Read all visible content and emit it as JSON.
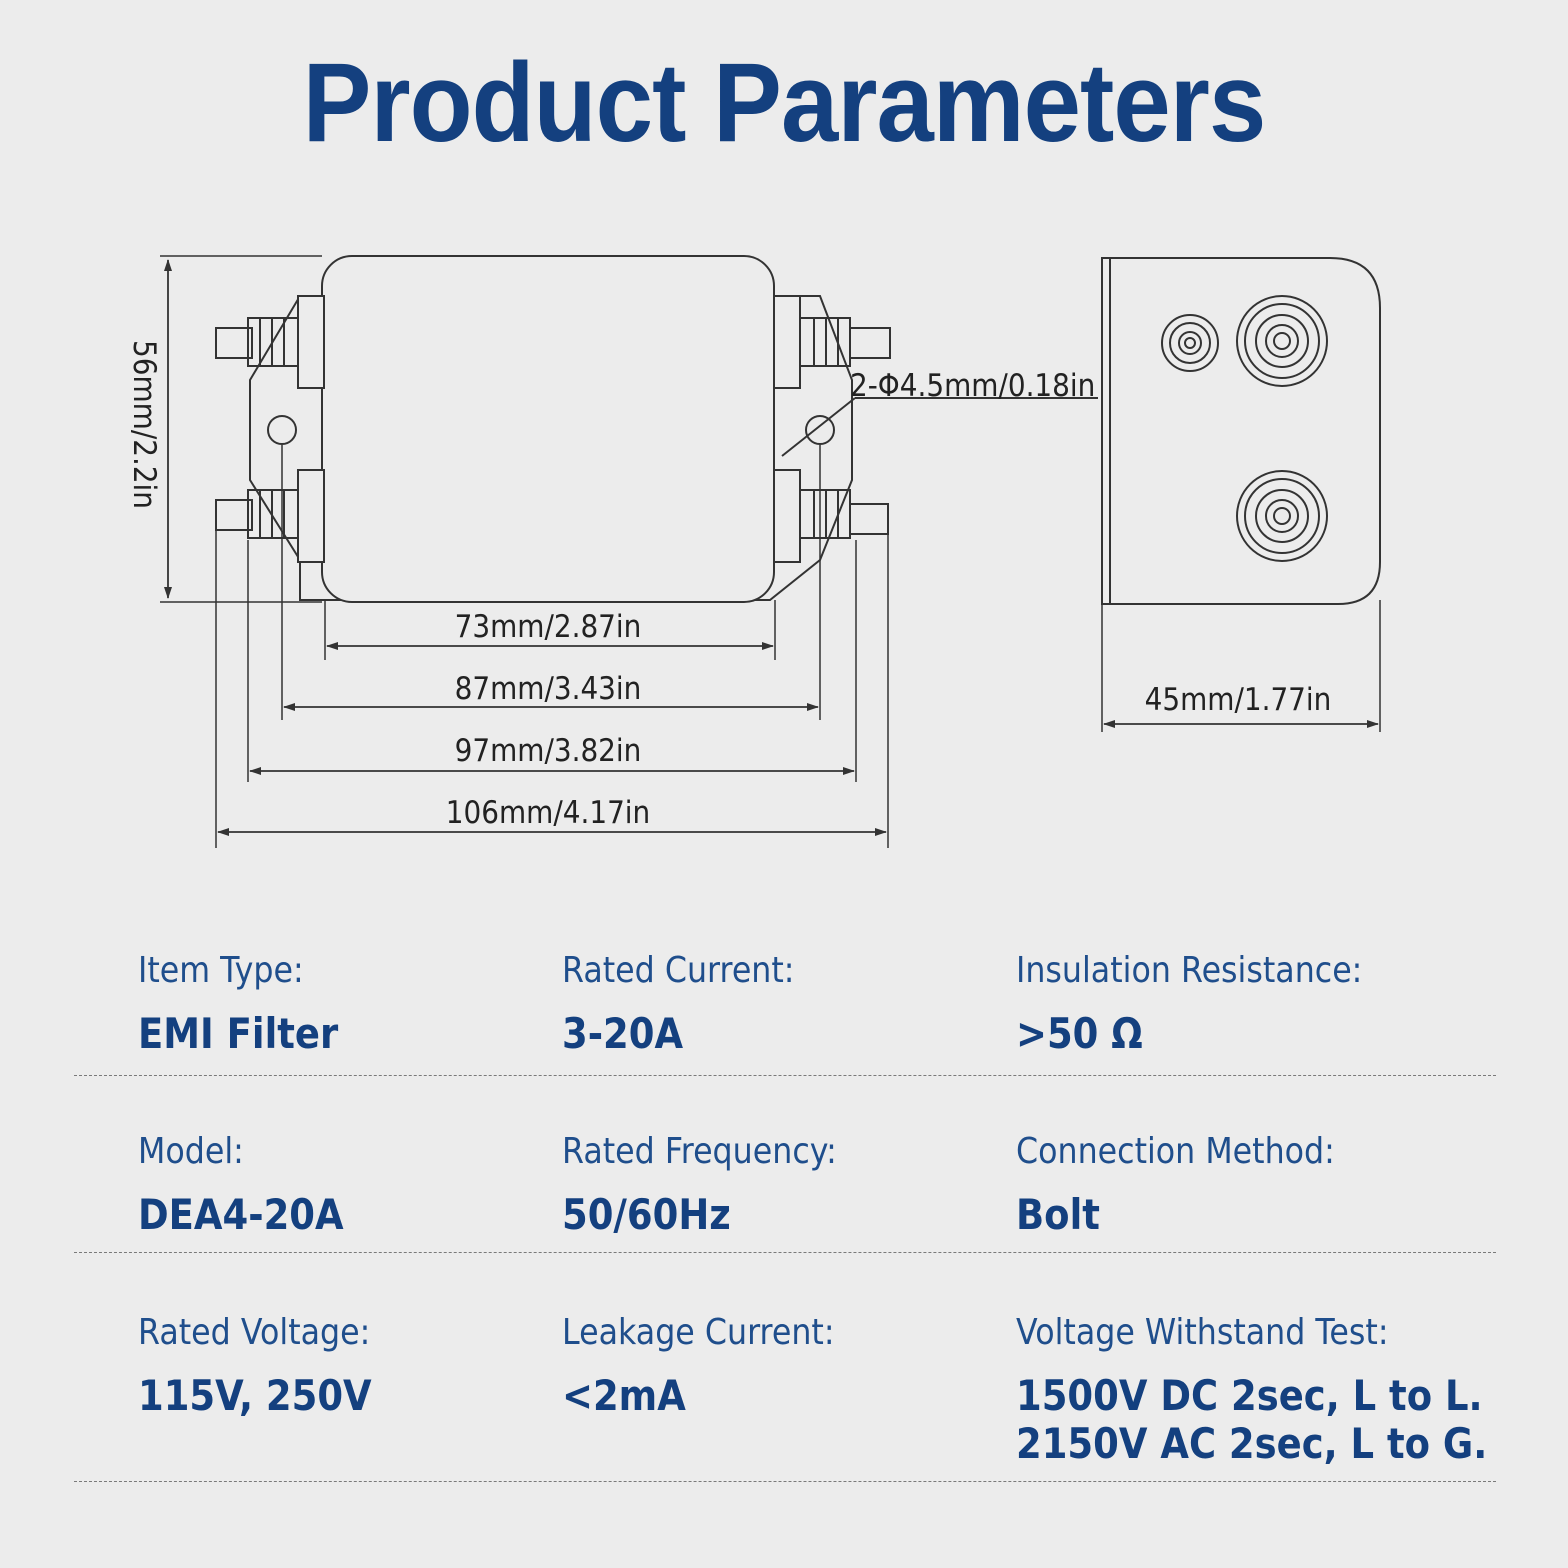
{
  "title": "Product Parameters",
  "dimensions": {
    "height": "56mm/2.2in",
    "hole": "2-Φ4.5mm/0.18in",
    "w73": "73mm/2.87in",
    "w87": "87mm/3.43in",
    "w97": "97mm/3.82in",
    "w106": "106mm/4.17in",
    "depth": "45mm/1.77in"
  },
  "specs": [
    {
      "label": "Item Type:",
      "value": "EMI Filter"
    },
    {
      "label": "Rated Current:",
      "value": "3-20A"
    },
    {
      "label": "Insulation Resistance:",
      "value": ">50 Ω"
    },
    {
      "label": "Model:",
      "value": "DEA4-20A"
    },
    {
      "label": "Rated Frequency:",
      "value": "50/60Hz"
    },
    {
      "label": "Connection Method:",
      "value": "Bolt"
    },
    {
      "label": "Rated Voltage:",
      "value": "115V, 250V"
    },
    {
      "label": "Leakage Current:",
      "value": "<2mA"
    },
    {
      "label": "Voltage Withstand Test:",
      "value_line1": "1500V DC 2sec, L to L.",
      "value_line2": "2150V AC 2sec, L to G."
    }
  ],
  "colors": {
    "title": "#14407f",
    "label": "#1f4e8c",
    "background": "#ececec"
  }
}
